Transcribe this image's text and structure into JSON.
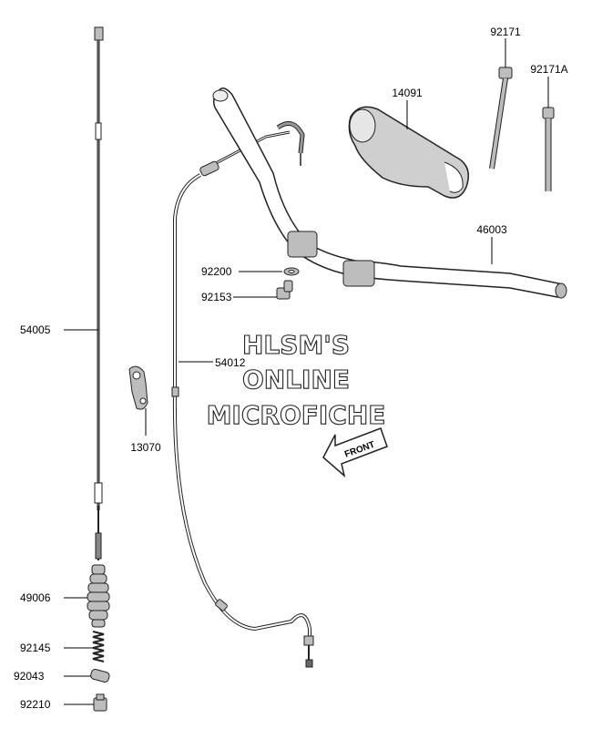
{
  "labels": {
    "p92171": "92171",
    "p92171A": "92171A",
    "p14091": "14091",
    "p46003": "46003",
    "p54005": "54005",
    "p92200": "92200",
    "p92153": "92153",
    "p54012": "54012",
    "p13070": "13070",
    "p49006": "49006",
    "p92145": "92145",
    "p92043": "92043",
    "p92210": "92210"
  },
  "watermark": {
    "line1": "HLSM'S",
    "line2": "ONLINE",
    "line3": "MICROFICHE"
  },
  "front_arrow": {
    "label": "FRONT"
  }
}
